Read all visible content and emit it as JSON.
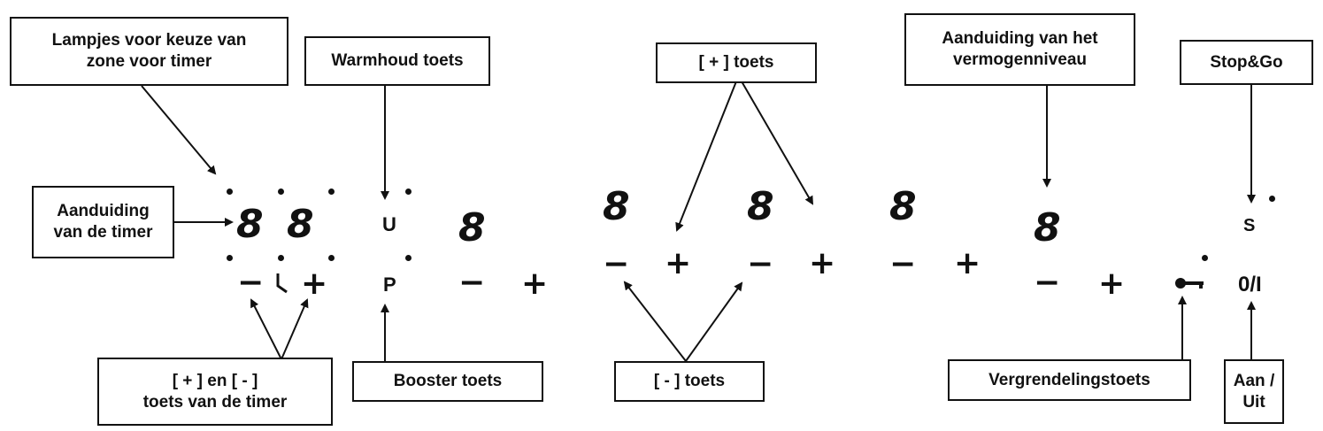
{
  "callouts": {
    "lampjes": [
      "Lampjes voor keuze van",
      "zone voor timer"
    ],
    "warmhoud": "Warmhoud toets",
    "plus_toets": "[ + ] toets",
    "vermogen": [
      "Aanduiding van het",
      "vermogenniveau"
    ],
    "stopgo": "Stop&Go",
    "timer_display": [
      "Aanduiding",
      "van de timer"
    ],
    "timer_keys": [
      "[ + ] en [ - ]",
      "toets van de timer"
    ],
    "booster": "Booster toets",
    "min_toets": "[ - ] toets",
    "vergrendeling": "Vergrendelingstoets",
    "aan_uit": [
      "Aan /",
      "Uit"
    ]
  },
  "panel": {
    "digit": "8",
    "minus": "−",
    "plus": "+",
    "warm_key": "U",
    "booster_key": "P",
    "stop_key": "S",
    "onoff_key": "0/I",
    "timer_key_icon": "timer-clock-icon",
    "lock_key_icon": "key-icon"
  }
}
